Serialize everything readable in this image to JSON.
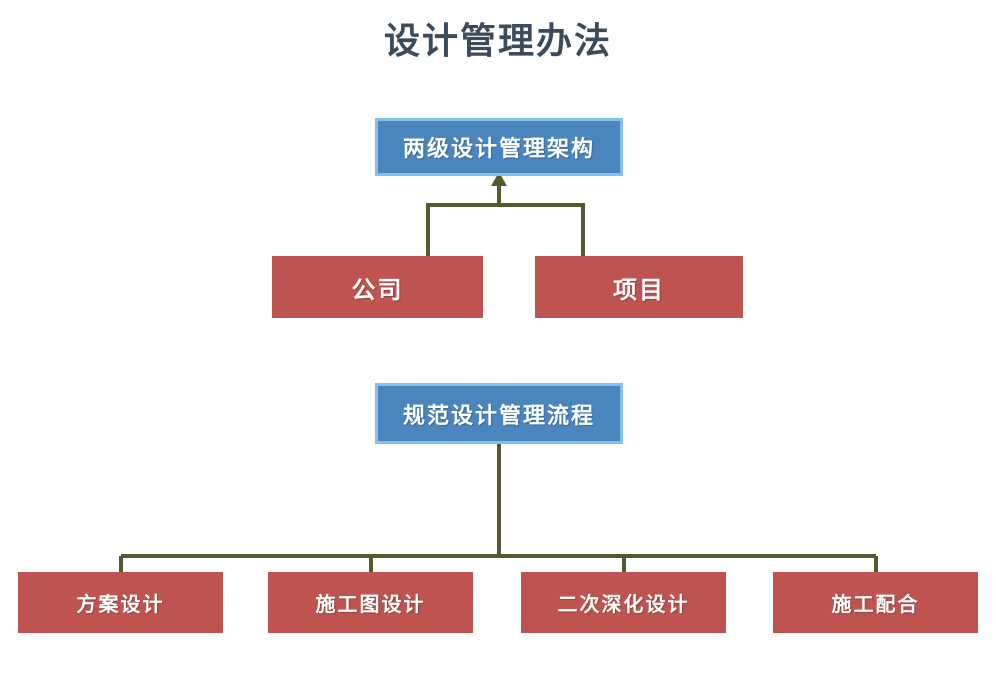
{
  "title": "设计管理办法",
  "theme": {
    "background": "#ffffff",
    "title_color": "#3b4b5b",
    "blue_fill": "#4a85bd",
    "blue_border": "#7fc3ea",
    "red_fill": "#bf5350",
    "connector_color": "#555a2e",
    "node_text_color": "#ffffff"
  },
  "chart_data": {
    "type": "diagram",
    "title": "设计管理办法",
    "diagram_kind": "organizational-hierarchy",
    "nodes": [
      {
        "id": "framework",
        "label": "两级设计管理架构",
        "style": "blue",
        "level": 1
      },
      {
        "id": "company",
        "label": "公司",
        "style": "red",
        "level": 2
      },
      {
        "id": "project",
        "label": "项目",
        "style": "red",
        "level": 2
      },
      {
        "id": "process",
        "label": "规范设计管理流程",
        "style": "blue",
        "level": 1
      },
      {
        "id": "scheme",
        "label": "方案设计",
        "style": "red",
        "level": 2
      },
      {
        "id": "drawing",
        "label": "施工图设计",
        "style": "red",
        "level": 2
      },
      {
        "id": "deepen",
        "label": "二次深化设计",
        "style": "red",
        "level": 2
      },
      {
        "id": "coord",
        "label": "施工配合",
        "style": "red",
        "level": 2
      }
    ],
    "edges": [
      {
        "from": "company",
        "to": "framework",
        "arrow": "up"
      },
      {
        "from": "project",
        "to": "framework",
        "arrow": "up"
      },
      {
        "from": "process",
        "to": "scheme",
        "arrow": "none"
      },
      {
        "from": "process",
        "to": "drawing",
        "arrow": "none"
      },
      {
        "from": "process",
        "to": "deepen",
        "arrow": "none"
      },
      {
        "from": "process",
        "to": "coord",
        "arrow": "none"
      }
    ]
  },
  "nodes": {
    "framework": {
      "label": "两级设计管理架构"
    },
    "company": {
      "label": "公司"
    },
    "project": {
      "label": "项目"
    },
    "process": {
      "label": "规范设计管理流程"
    },
    "scheme": {
      "label": "方案设计"
    },
    "drawing": {
      "label": "施工图设计"
    },
    "deepen": {
      "label": "二次深化设计"
    },
    "coord": {
      "label": "施工配合"
    }
  }
}
